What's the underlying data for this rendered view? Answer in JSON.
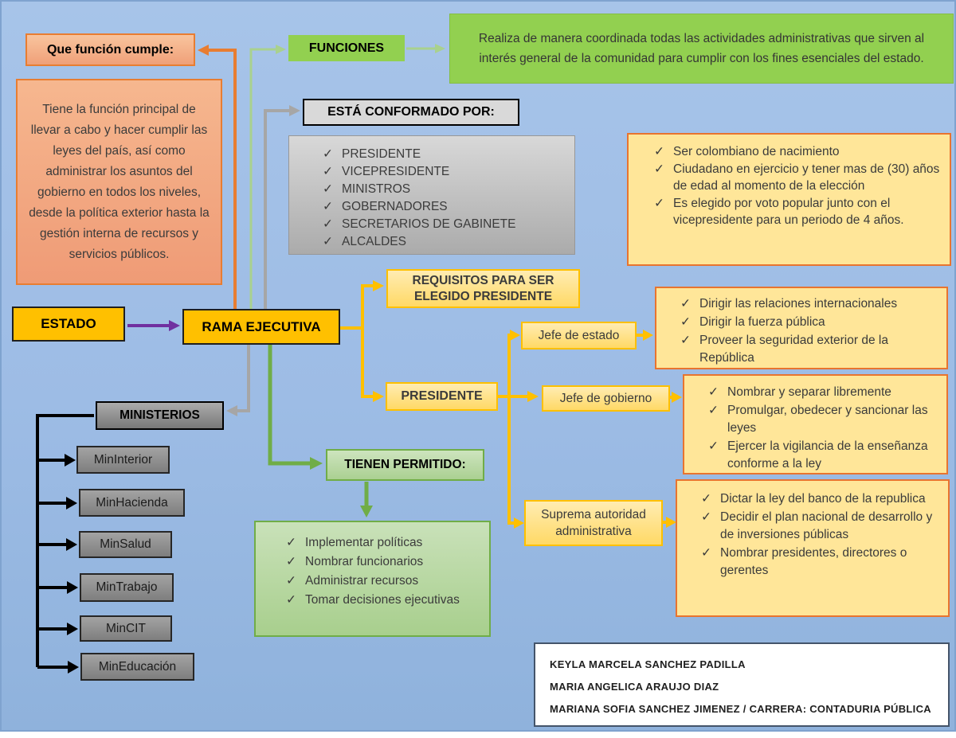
{
  "glyphs": {
    "check": "✓"
  },
  "colors": {
    "background_blue": "#9DBCE5",
    "gold": "#FFC000",
    "orange": "#E87D31",
    "salmon": "#F2A983",
    "bright_green": "#92D050",
    "medium_green": "#70AD47",
    "light_green_arrow": "#A9D18E",
    "gray_arrow": "#A6A6A6",
    "purple_arrow": "#7030A0",
    "yellow_fill": "#FFE699",
    "gray_fill": "#C9C9C9"
  },
  "nodes": {
    "que_funcion": {
      "label": "Que función cumple:"
    },
    "funcion_desc": "Tiene la función principal de llevar a cabo y hacer cumplir las leyes del país, así como administrar los asuntos del gobierno en todos los niveles, desde la política exterior hasta la gestión interna de recursos y servicios públicos.",
    "funciones": {
      "label": "FUNCIONES"
    },
    "funciones_desc": "Realiza de manera coordinada todas las actividades administrativas que sirven al interés general de la comunidad para cumplir con los fines esenciales del estado.",
    "conformado": {
      "label": "ESTÁ CONFORMADO POR:",
      "items": [
        "PRESIDENTE",
        "VICEPRESIDENTE",
        "MINISTROS",
        "GOBERNADORES",
        "SECRETARIOS DE GABINETE",
        "ALCALDES"
      ]
    },
    "requisitos": {
      "label": "REQUISITOS PARA SER ELEGIDO PRESIDENTE",
      "items": [
        "Ser colombiano de nacimiento",
        "Ciudadano en ejercicio y tener mas de (30) años de edad al momento de la elección",
        "Es elegido por voto popular junto con el vicepresidente para un periodo de 4 años."
      ]
    },
    "estado": {
      "label": "ESTADO"
    },
    "rama": {
      "label": "RAMA EJECUTIVA"
    },
    "presidente": {
      "label": "PRESIDENTE"
    },
    "jefe_estado": {
      "label": "Jefe de estado",
      "items": [
        "Dirigir las relaciones internacionales",
        "Dirigir la fuerza pública",
        "Proveer la seguridad exterior de la República"
      ]
    },
    "jefe_gobierno": {
      "label": "Jefe de gobierno",
      "items": [
        "Nombrar y separar libremente",
        "Promulgar, obedecer y sancionar las leyes",
        "Ejercer la vigilancia de la enseñanza conforme a la ley"
      ]
    },
    "suprema": {
      "label": "Suprema autoridad administrativa",
      "items": [
        "Dictar la ley del banco de la republica",
        "Decidir el plan nacional de desarrollo y de inversiones públicas",
        "Nombrar presidentes, directores o gerentes"
      ]
    },
    "ministerios": {
      "label": "MINISTERIOS",
      "items": [
        "MinInterior",
        "MinHacienda",
        "MinSalud",
        "MinTrabajo",
        "MinCIT",
        "MinEducación"
      ]
    },
    "tienen_permitido": {
      "label": "TIENEN PERMITIDO:",
      "items": [
        "Implementar políticas",
        "Nombrar funcionarios",
        "Administrar recursos",
        "Tomar decisiones ejecutivas"
      ]
    },
    "credits": {
      "lines": [
        "KEYLA MARCELA SANCHEZ PADILLA",
        "MARIA ANGELICA ARAUJO DIAZ",
        "MARIANA SOFIA SANCHEZ JIMENEZ / CARRERA: CONTADURIA PÚBLICA"
      ]
    }
  }
}
